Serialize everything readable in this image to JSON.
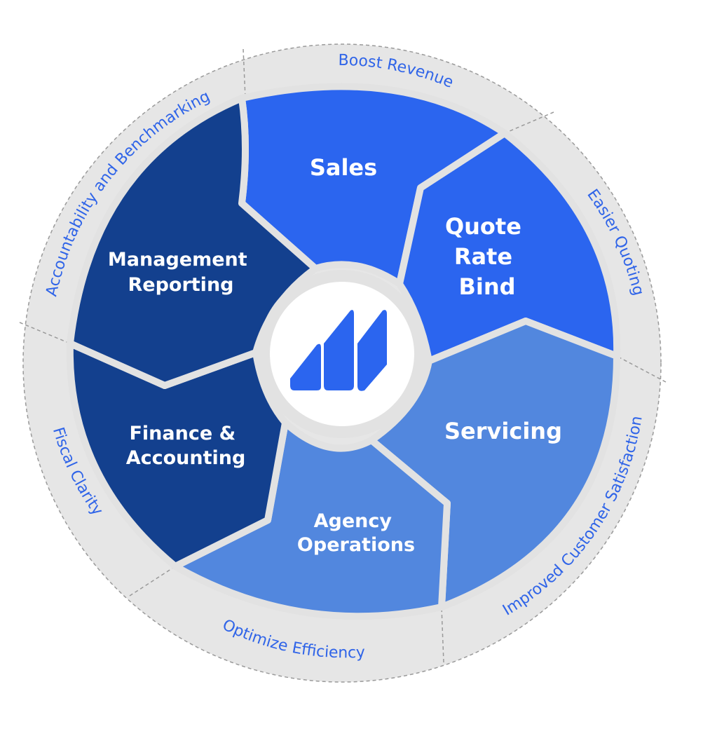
{
  "colors": {
    "ring_fill": "#e6e6e6",
    "ring_stroke": "#9a9a9a",
    "separator": "#e2e2e2",
    "dark_navy": "#13408e",
    "bright_blue": "#2b65ef",
    "light_blue": "#5287de",
    "ring_text": "#2f64e8",
    "logo_blue": "#2b65ef"
  },
  "segments": [
    {
      "id": "sales",
      "lines": [
        "Sales"
      ],
      "color": "#2b65ef"
    },
    {
      "id": "quote-rate-bind",
      "lines": [
        "Quote",
        "Rate",
        "Bind"
      ],
      "color": "#2b65ef"
    },
    {
      "id": "servicing",
      "lines": [
        "Servicing"
      ],
      "color": "#5287de"
    },
    {
      "id": "agency-operations",
      "lines": [
        "Agency",
        "Operations"
      ],
      "color": "#5287de"
    },
    {
      "id": "finance-accounting",
      "lines": [
        "Finance &",
        "Accounting"
      ],
      "color": "#13408e"
    },
    {
      "id": "management-reporting",
      "lines": [
        "Management",
        "Reporting"
      ],
      "color": "#13408e"
    }
  ],
  "outer_labels": [
    {
      "id": "boost-revenue",
      "text": "Boost Revenue"
    },
    {
      "id": "easier-quoting",
      "text": "Easier Quoting"
    },
    {
      "id": "improved-customer-satisfaction",
      "text": "Improved Customer Satisfaction"
    },
    {
      "id": "optimize-efficiency",
      "text": "Optimize Efficiency"
    },
    {
      "id": "fiscal-clarity",
      "text": "Fiscal Clarity"
    },
    {
      "id": "accountability-benchmarking",
      "text": "Accountability and Benchmarking"
    }
  ],
  "center_logo": {
    "icon": "brand-logo-icon"
  }
}
